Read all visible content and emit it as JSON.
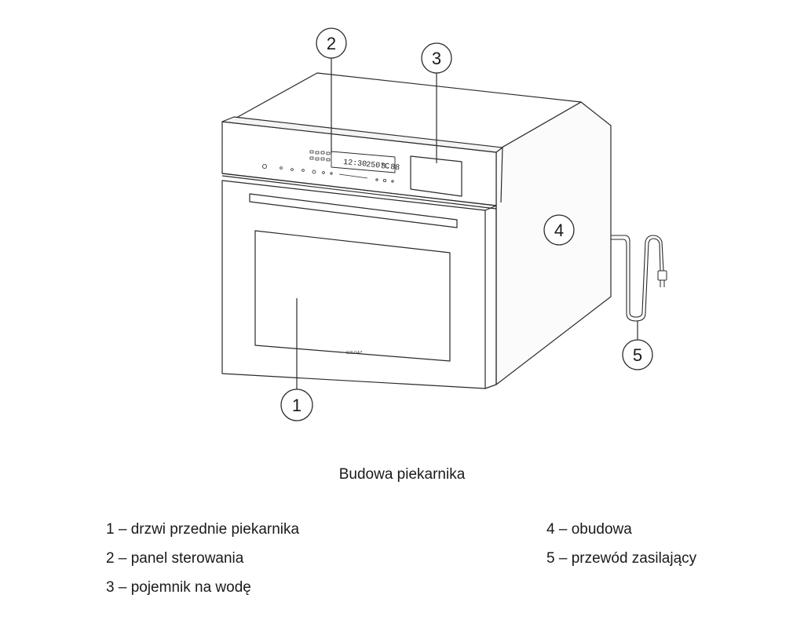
{
  "callouts": [
    {
      "number": "1"
    },
    {
      "number": "2"
    },
    {
      "number": "3"
    },
    {
      "number": "4"
    },
    {
      "number": "5"
    }
  ],
  "display": {
    "time": "12:30",
    "temp": "250°C",
    "extra": "8.88"
  },
  "brand": "SOLGAZ",
  "caption": "Budowa piekarnika",
  "legend": [
    {
      "label": "1 – drzwi przednie piekarnika"
    },
    {
      "label": "2 – panel sterowania"
    },
    {
      "label": "3 – pojemnik na wodę"
    },
    {
      "label": "4 – obudowa"
    },
    {
      "label": "5 – przewód zasilający"
    }
  ]
}
